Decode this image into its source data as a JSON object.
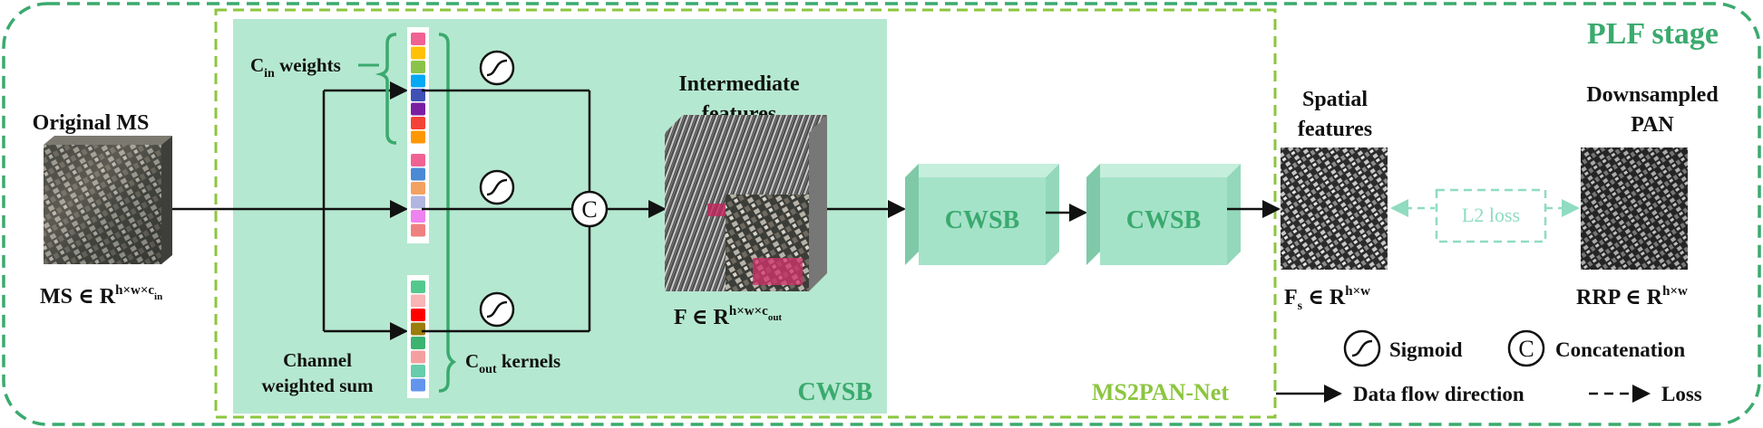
{
  "stage_title": "PLF stage",
  "net_title": "MS2PAN-Net",
  "cwsb_title": "CWSB",
  "original_ms": {
    "title": "Original MS",
    "formula_main": "MS ∈ R",
    "formula_sup": "h×w×c",
    "formula_sub": "in"
  },
  "cin_weights": {
    "main": "C",
    "sub": "in",
    "rest": " weights"
  },
  "cout_kernels": {
    "main": "C",
    "sub": "out",
    "rest": " kernels"
  },
  "channel_weighted_sum": {
    "line1": "Channel",
    "line2": "weighted sum"
  },
  "intermediate": {
    "line1": "Intermediate",
    "line2": "features",
    "formula_main": "F ∈ R",
    "formula_sup": "h×w×c",
    "formula_sub": "out"
  },
  "cwsb_block_1": "CWSB",
  "cwsb_block_2": "CWSB",
  "spatial": {
    "line1": "Spatial",
    "line2": "features",
    "formula_main": "F",
    "formula_sub": "s",
    "formula_rest": " ∈ R",
    "formula_sup": "h×w"
  },
  "l2_loss": "L2 loss",
  "downsampled": {
    "line1": "Downsampled",
    "line2": "PAN",
    "formula_main": "RRP ∈ R",
    "formula_sup": "h×w"
  },
  "concat_symbol": "C",
  "legend": {
    "sigmoid": "Sigmoid",
    "concatenation": "Concatenation",
    "concat_symbol": "C",
    "data_flow": "Data flow direction",
    "loss": "Loss"
  },
  "colors": {
    "stage_border": "#3aaa6e",
    "net_border": "#8cc63f",
    "cwsb_fill": "#b5e8d0",
    "cwsb_block_fill": "#a5e3c9",
    "loss_color": "#8fdcc0"
  },
  "channel_groups": [
    [
      "#f06292",
      "#ffc107",
      "#8bc34a",
      "#03a9f4",
      "#3f51b5",
      "#7b1fa2",
      "#f44336",
      "#ff9800"
    ],
    [
      "#f06292",
      "#4a8ad4",
      "#f4a261",
      "#b0b6e0",
      "#ee82ee",
      "#f08080"
    ],
    [
      "#54c98e",
      "#f9b4b4",
      "#ff0000",
      "#9a7d0a",
      "#3cb371",
      "#f4a0a0",
      "#66cdaa",
      "#6495ed"
    ]
  ]
}
